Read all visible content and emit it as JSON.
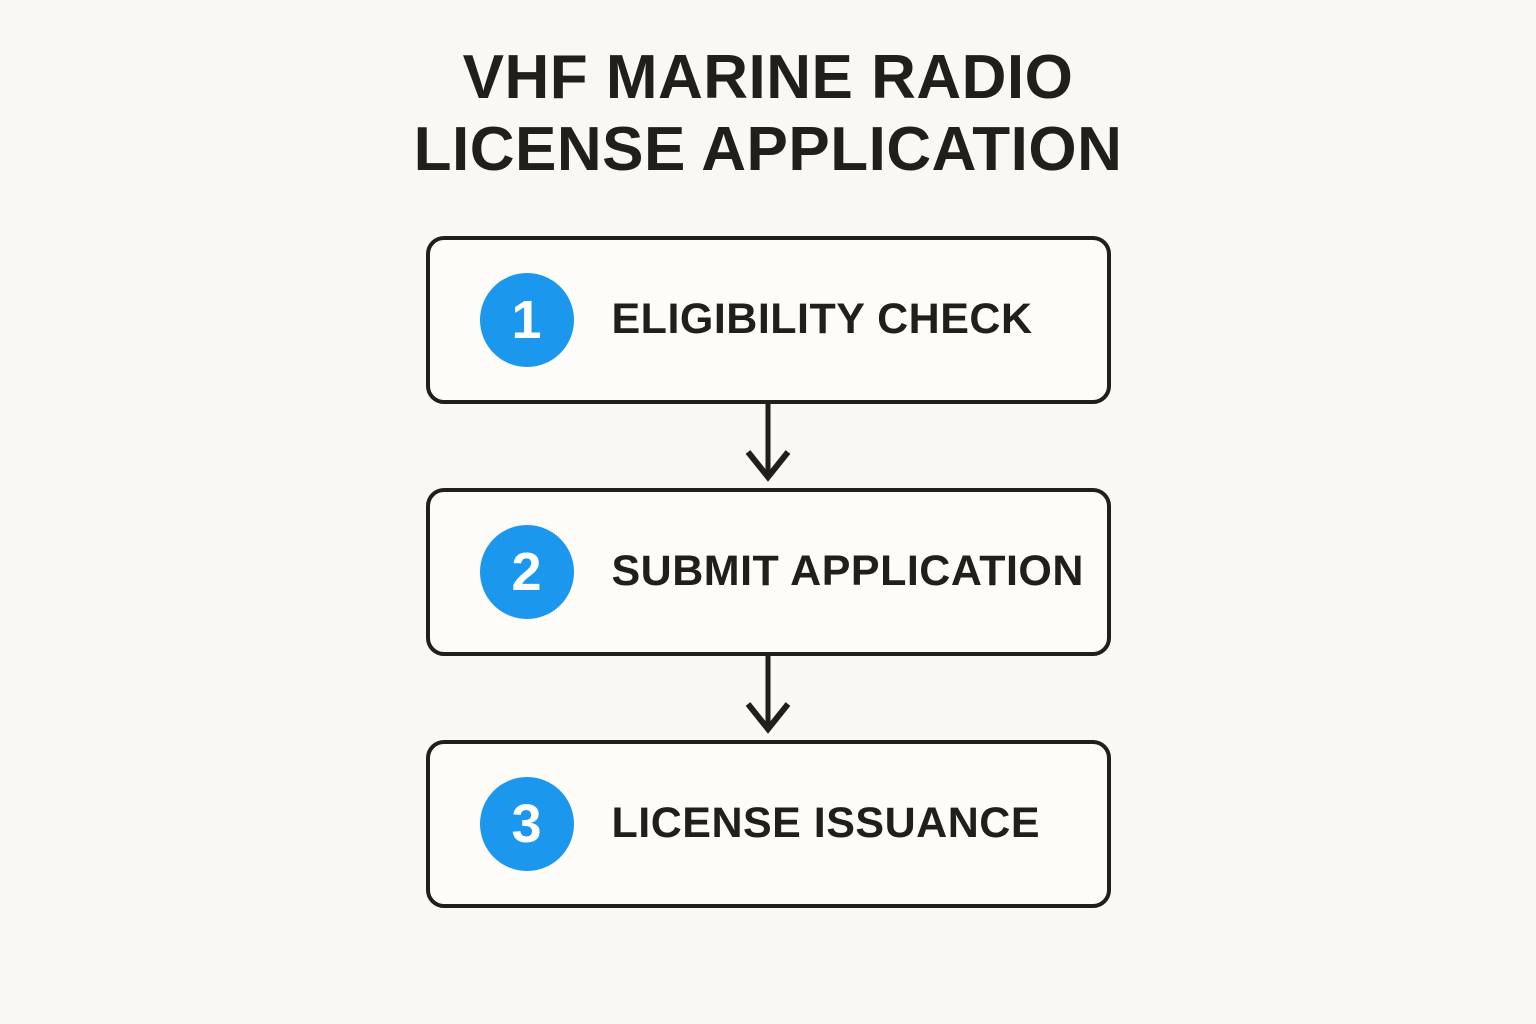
{
  "title": {
    "line1": "VHF MARINE RADIO",
    "line2": "LICENSE APPLICATION"
  },
  "steps": [
    {
      "number": "1",
      "label": "ELIGIBILITY CHECK"
    },
    {
      "number": "2",
      "label": "SUBMIT APPLICATION"
    },
    {
      "number": "3",
      "label": "LICENSE ISSUANCE"
    }
  ],
  "colors": {
    "background": "#faf8f2",
    "box_fill": "#fdfcf8",
    "ink": "#211e1b",
    "accent_blue": "#1b97ee",
    "badge_text": "#ffffff"
  },
  "diagram": {
    "type": "flowchart",
    "direction": "top-down",
    "connector": "arrow-down"
  }
}
